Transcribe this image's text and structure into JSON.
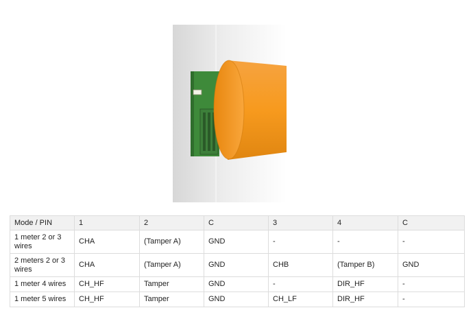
{
  "table": {
    "headers": [
      "Mode / PIN",
      "1",
      "2",
      "C",
      "3",
      "4",
      "C"
    ],
    "rows": [
      [
        "1 meter 2 or 3 wires",
        "CHA",
        "(Tamper A)",
        "GND",
        "-",
        "-",
        "-"
      ],
      [
        "2 meters 2 or 3 wires",
        "CHA",
        "(Tamper A)",
        "GND",
        "CHB",
        "(Tamper B)",
        "GND"
      ],
      [
        "1 meter 4 wires",
        "CH_HF",
        "Tamper",
        "GND",
        "-",
        "DIR_HF",
        "-"
      ],
      [
        "1 meter 5 wires",
        "CH_HF",
        "Tamper",
        "GND",
        "CH_LF",
        "DIR_HF",
        "-"
      ]
    ]
  },
  "colors": {
    "cylinder": "#f79a1e",
    "pcb": "#3e8a3a",
    "header_bg": "#f1f1f1",
    "border": "#dcdcdc"
  }
}
